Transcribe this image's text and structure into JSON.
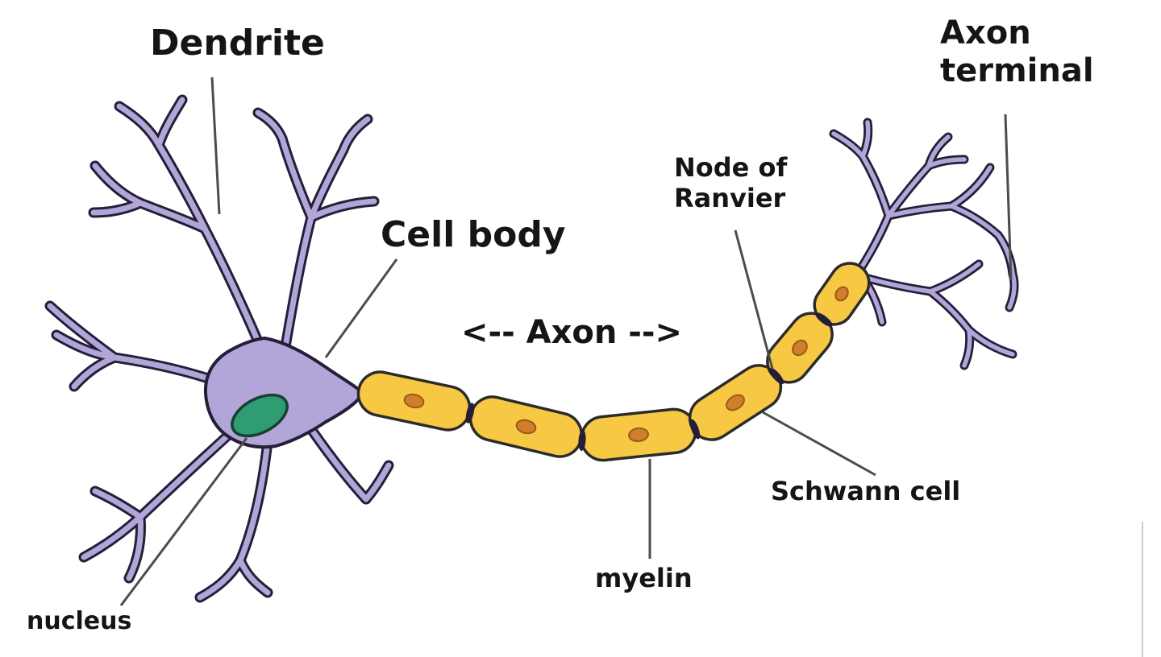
{
  "page": {
    "background": "#ffffff"
  },
  "diagram": {
    "type": "labeled-diagram",
    "subject": "neuron anatomy",
    "labels": {
      "dendrite": "Dendrite",
      "cell_body": "Cell body",
      "axon": "<-- Axon -->",
      "node_of_ranvier": {
        "line1": "Node of",
        "line2": "Ranvier"
      },
      "axon_terminal": {
        "line1": "Axon",
        "line2": "terminal"
      },
      "schwann_cell": "Schwann cell",
      "myelin": "myelin",
      "nucleus": "nucleus"
    },
    "colors": {
      "dendrite_fill": "#b2a6d8",
      "outline": "#241e38",
      "myelin_fill": "#f6c844",
      "myelin_border": "#2b2b2b",
      "myelin_core": "#cf7f2a",
      "nucleus_fill": "#2f9c74",
      "nucleus_border": "#16402f",
      "label_color": "#151515",
      "leader_line_color": "#4c4c4c"
    }
  }
}
